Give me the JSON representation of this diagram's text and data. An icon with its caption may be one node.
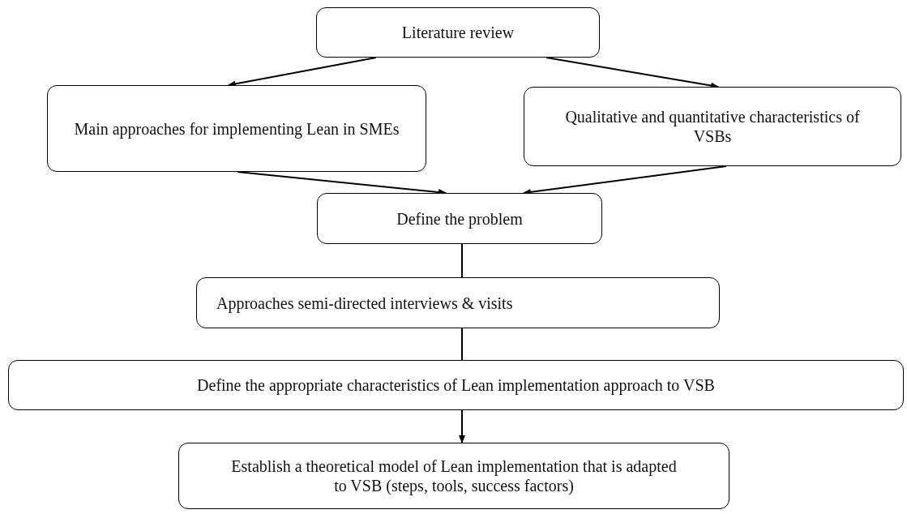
{
  "diagram": {
    "nodes": [
      {
        "text": [
          "Literature review"
        ]
      },
      {
        "text": [
          "Main approaches for implementing Lean in SMEs"
        ]
      },
      {
        "text": [
          "Qualitative and quantitative characteristics of VSBs"
        ]
      },
      {
        "text": [
          "Define the problem"
        ]
      },
      {
        "text": [
          "Approaches semi-directed interviews & visits"
        ]
      },
      {
        "text": [
          "Define the appropriate characteristics of Lean implementation approach to VSB"
        ]
      },
      {
        "text": [
          "Establish a theoretical model of Lean implementation that is adapted to VSB (steps, tools, success factors)"
        ]
      }
    ],
    "edges": [
      {
        "from": 0,
        "to": 1,
        "arrow": "to"
      },
      {
        "from": 0,
        "to": 2,
        "arrow": "to"
      },
      {
        "from": 1,
        "to": 3,
        "arrow": "to"
      },
      {
        "from": 2,
        "to": 3,
        "arrow": "to"
      },
      {
        "from": 3,
        "to": 4,
        "arrow": "none"
      },
      {
        "from": 4,
        "to": 5,
        "arrow": "none"
      },
      {
        "from": 5,
        "to": 6,
        "arrow": "to"
      }
    ]
  }
}
